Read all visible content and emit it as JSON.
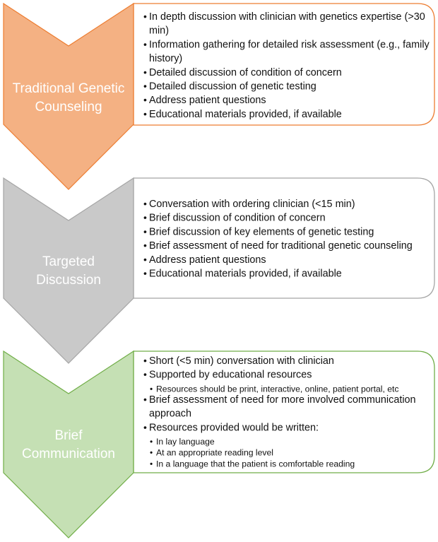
{
  "colors": {
    "traditional": "#F4B183",
    "traditional_border": "#ED7D31",
    "targeted": "#C9C9C9",
    "targeted_border": "#A5A5A5",
    "brief": "#C5E0B4",
    "brief_border": "#70AD47",
    "box_fill": "#FFFFFF",
    "text": "#111111"
  },
  "stages": [
    {
      "key": "traditional",
      "label_lines": [
        "Traditional Genetic",
        "Counseling"
      ],
      "bullets": [
        {
          "level": 1,
          "lines": [
            "In depth discussion with clinician with genetics expertise (>30",
            "min)"
          ]
        },
        {
          "level": 1,
          "lines": [
            "Information gathering for detailed risk assessment (e.g., family",
            "history)"
          ]
        },
        {
          "level": 1,
          "lines": [
            "Detailed discussion of condition of concern"
          ]
        },
        {
          "level": 1,
          "lines": [
            "Detailed discussion of genetic testing"
          ]
        },
        {
          "level": 1,
          "lines": [
            "Address patient questions"
          ]
        },
        {
          "level": 1,
          "lines": [
            "Educational materials provided, if available"
          ]
        }
      ]
    },
    {
      "key": "targeted",
      "label_lines": [
        "Targeted",
        "Discussion"
      ],
      "bullets": [
        {
          "level": 1,
          "lines": [
            "Conversation with ordering clinician (<15 min)"
          ]
        },
        {
          "level": 1,
          "lines": [
            "Brief discussion of condition of concern"
          ]
        },
        {
          "level": 1,
          "lines": [
            "Brief discussion of key elements of genetic testing"
          ]
        },
        {
          "level": 1,
          "lines": [
            "Brief assessment of need for traditional genetic counseling"
          ]
        },
        {
          "level": 1,
          "lines": [
            "Address patient questions"
          ]
        },
        {
          "level": 1,
          "lines": [
            "Educational materials provided, if available"
          ]
        }
      ]
    },
    {
      "key": "brief",
      "label_lines": [
        "Brief",
        "Communication"
      ],
      "bullets": [
        {
          "level": 1,
          "lines": [
            "Short (<5 min) conversation with clinician"
          ]
        },
        {
          "level": 1,
          "lines": [
            "Supported by educational resources"
          ]
        },
        {
          "level": 2,
          "lines": [
            "Resources should be print, interactive, online, patient portal, etc"
          ]
        },
        {
          "level": 1,
          "lines": [
            "Brief assessment of need for more involved communication",
            "approach"
          ]
        },
        {
          "level": 1,
          "lines": [
            "Resources provided would be written:"
          ]
        },
        {
          "level": 2,
          "lines": [
            "In lay language"
          ]
        },
        {
          "level": 2,
          "lines": [
            "At an appropriate reading level"
          ]
        },
        {
          "level": 2,
          "lines": [
            "In a language that the patient is comfortable reading"
          ]
        }
      ]
    }
  ]
}
